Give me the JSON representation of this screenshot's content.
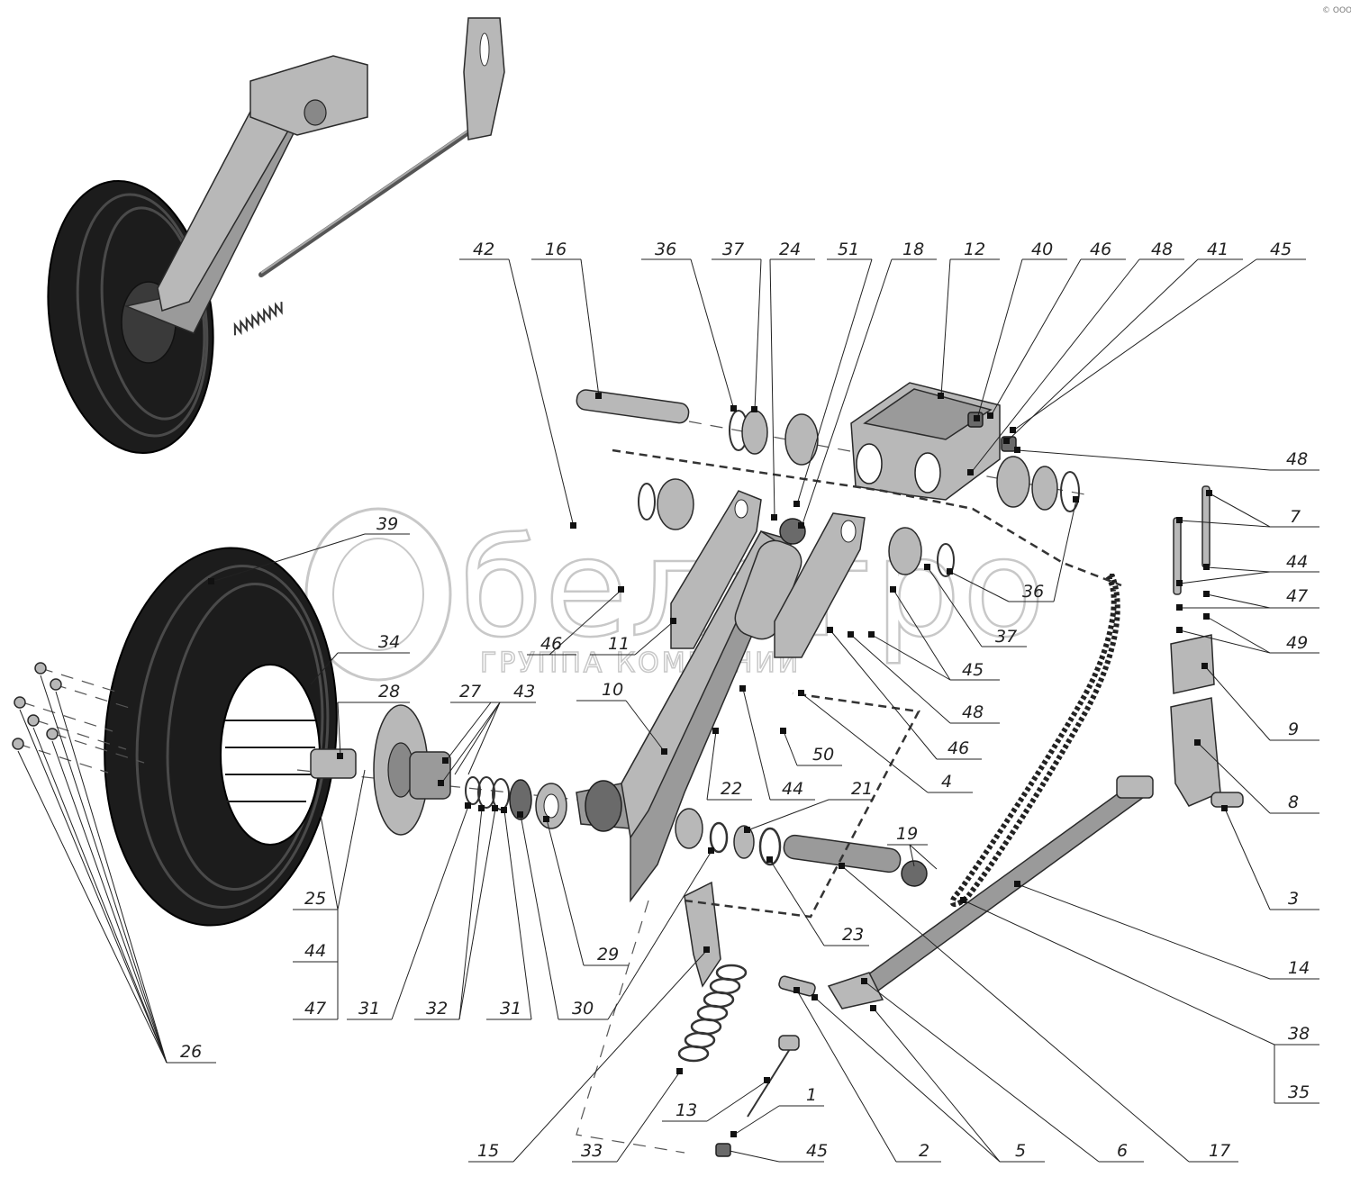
{
  "watermark": {
    "brand": "белагро",
    "subtitle": "ГРУППА КОМПАНИЙ"
  },
  "corner_mark": "© ООО",
  "colors": {
    "metal": "#9a9a9a",
    "metal_light": "#b8b8b8",
    "metal_dark": "#6a6a6a",
    "tire": "#1c1c1c",
    "line": "#222222",
    "watermark": "#c8c8c8"
  },
  "callouts": [
    {
      "id": "c42",
      "label": "42"
    },
    {
      "id": "c16",
      "label": "16"
    },
    {
      "id": "c36a",
      "label": "36"
    },
    {
      "id": "c37a",
      "label": "37"
    },
    {
      "id": "c24",
      "label": "24"
    },
    {
      "id": "c51",
      "label": "51"
    },
    {
      "id": "c18",
      "label": "18"
    },
    {
      "id": "c12",
      "label": "12"
    },
    {
      "id": "c40",
      "label": "40"
    },
    {
      "id": "c46a",
      "label": "46"
    },
    {
      "id": "c48a",
      "label": "48"
    },
    {
      "id": "c41",
      "label": "41"
    },
    {
      "id": "c45a",
      "label": "45"
    },
    {
      "id": "c48b",
      "label": "48"
    },
    {
      "id": "c7",
      "label": "7"
    },
    {
      "id": "c44a",
      "label": "44"
    },
    {
      "id": "c47a",
      "label": "47"
    },
    {
      "id": "c49",
      "label": "49"
    },
    {
      "id": "c9",
      "label": "9"
    },
    {
      "id": "c8",
      "label": "8"
    },
    {
      "id": "c3",
      "label": "3"
    },
    {
      "id": "c14",
      "label": "14"
    },
    {
      "id": "c38",
      "label": "38"
    },
    {
      "id": "c35",
      "label": "35"
    },
    {
      "id": "c36b",
      "label": "36"
    },
    {
      "id": "c37b",
      "label": "37"
    },
    {
      "id": "c45b",
      "label": "45"
    },
    {
      "id": "c48c",
      "label": "48"
    },
    {
      "id": "c46b",
      "label": "46"
    },
    {
      "id": "c4",
      "label": "4"
    },
    {
      "id": "c50",
      "label": "50"
    },
    {
      "id": "c39",
      "label": "39"
    },
    {
      "id": "c34",
      "label": "34"
    },
    {
      "id": "c28",
      "label": "28"
    },
    {
      "id": "c27",
      "label": "27"
    },
    {
      "id": "c43",
      "label": "43"
    },
    {
      "id": "c10",
      "label": "10"
    },
    {
      "id": "c11",
      "label": "11"
    },
    {
      "id": "c46c",
      "label": "46"
    },
    {
      "id": "c22",
      "label": "22"
    },
    {
      "id": "c44b",
      "label": "44"
    },
    {
      "id": "c21",
      "label": "21"
    },
    {
      "id": "c19",
      "label": "19"
    },
    {
      "id": "c23",
      "label": "23"
    },
    {
      "id": "c29",
      "label": "29"
    },
    {
      "id": "c25",
      "label": "25"
    },
    {
      "id": "c44c",
      "label": "44"
    },
    {
      "id": "c47b",
      "label": "47"
    },
    {
      "id": "c31a",
      "label": "31"
    },
    {
      "id": "c32",
      "label": "32"
    },
    {
      "id": "c31b",
      "label": "31"
    },
    {
      "id": "c30",
      "label": "30"
    },
    {
      "id": "c26",
      "label": "26"
    },
    {
      "id": "c13",
      "label": "13"
    },
    {
      "id": "c1",
      "label": "1"
    },
    {
      "id": "c15",
      "label": "15"
    },
    {
      "id": "c33",
      "label": "33"
    },
    {
      "id": "c45c",
      "label": "45"
    },
    {
      "id": "c2",
      "label": "2"
    },
    {
      "id": "c5",
      "label": "5"
    },
    {
      "id": "c6",
      "label": "6"
    },
    {
      "id": "c17",
      "label": "17"
    }
  ]
}
